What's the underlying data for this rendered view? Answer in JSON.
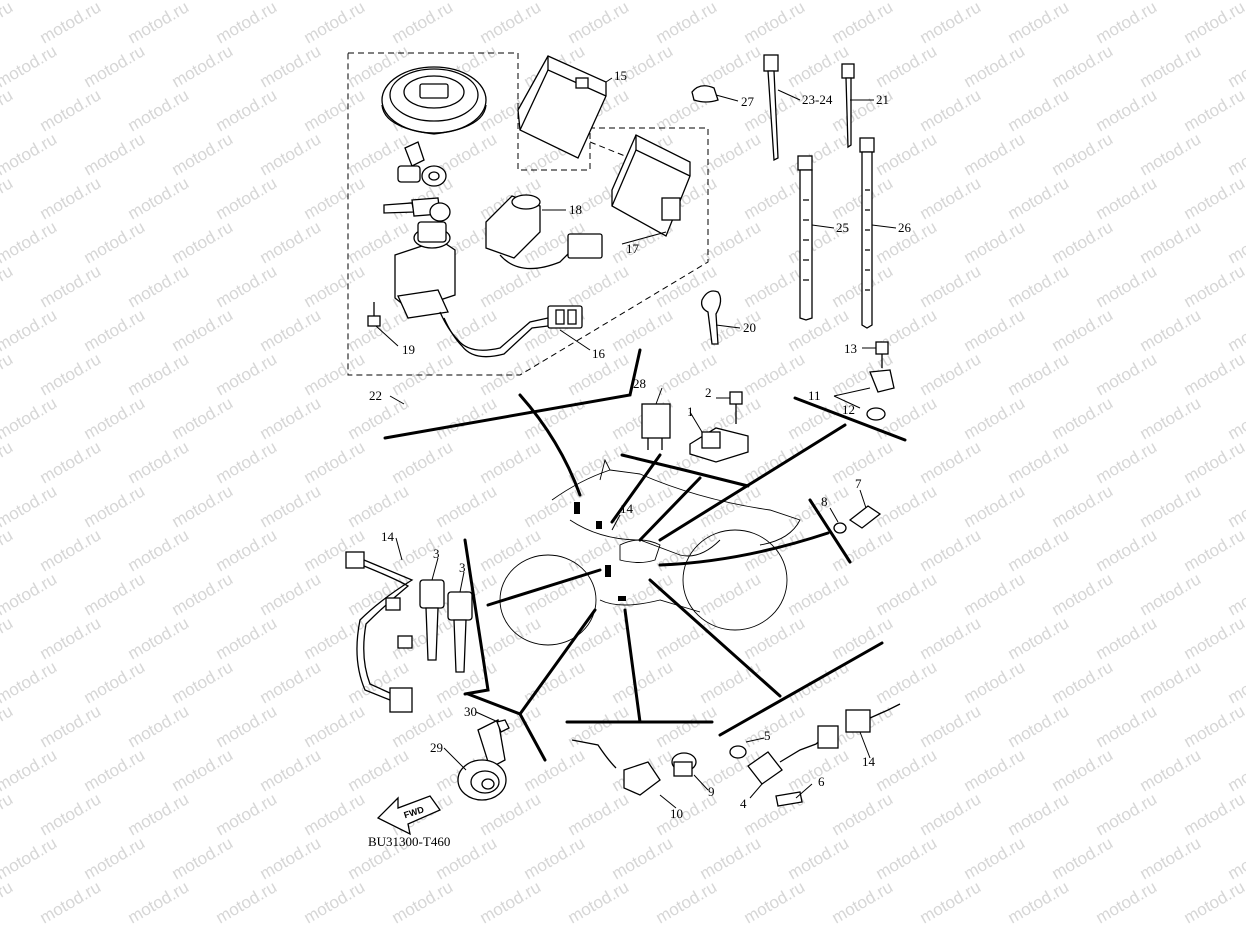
{
  "watermark": "motod.ru",
  "diagram_code": "BU31300-T460",
  "fwd_label": "FWD",
  "part_numbers": {
    "p1": "1",
    "p2": "2",
    "p3a": "3",
    "p3b": "3",
    "p4": "4",
    "p5": "5",
    "p6": "6",
    "p7": "7",
    "p8": "8",
    "p9": "9",
    "p10": "10",
    "p11": "11",
    "p12": "12",
    "p13": "13",
    "p14a": "14",
    "p14b": "14",
    "p14c": "14",
    "p15": "15",
    "p16": "16",
    "p17": "17",
    "p18": "18",
    "p19": "19",
    "p20": "20",
    "p21": "21",
    "p22": "22",
    "p23_24": "23-24",
    "p25": "25",
    "p26": "26",
    "p27": "27",
    "p28": "28",
    "p29": "29",
    "p30": "30"
  }
}
